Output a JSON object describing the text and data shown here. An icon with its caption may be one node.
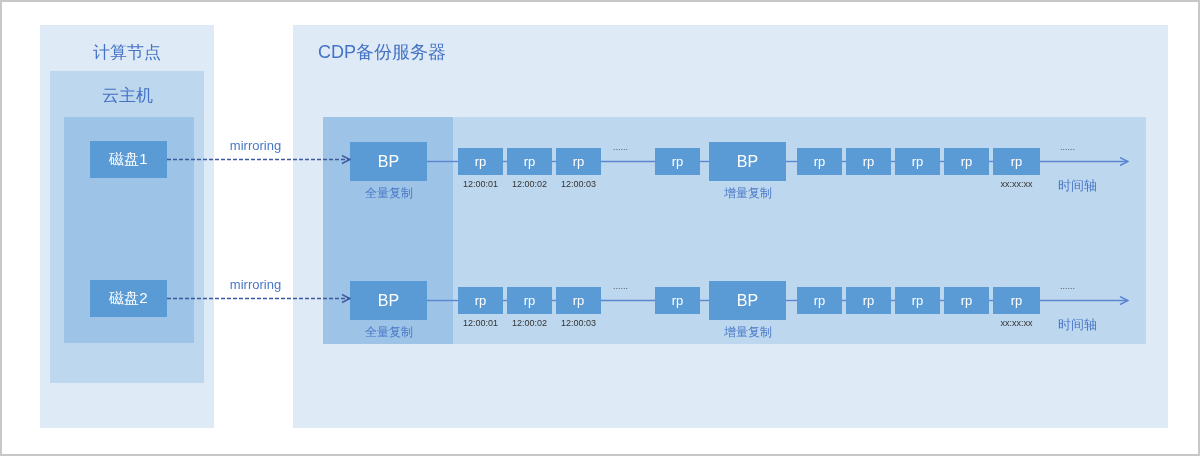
{
  "diagram": {
    "nodes": [
      {
        "text": [
          "计算节点"
        ]
      },
      {
        "text": [
          "云主机"
        ],
        "in": 0
      },
      {
        "text": [],
        "shape": "box",
        "in": 1
      },
      {
        "text": [
          "磁盘1"
        ],
        "in": 2
      },
      {
        "text": [
          "磁盘2"
        ],
        "in": 2
      },
      {
        "text": [
          "CDP备份服务器"
        ]
      },
      {
        "text": [],
        "shape": "box",
        "in": 5
      },
      {
        "text": [],
        "shape": "box",
        "in": 6
      },
      {
        "text": [
          "BP"
        ],
        "in": 7,
        "beside": [
          "全量复制"
        ]
      },
      {
        "text": [
          "rp"
        ],
        "in": 6,
        "beside": [
          "12:00:01"
        ]
      },
      {
        "text": [
          "rp"
        ],
        "in": 6,
        "beside": [
          "12:00:02"
        ]
      },
      {
        "text": [
          "rp"
        ],
        "in": 6,
        "beside": [
          "12:00:03"
        ]
      },
      {
        "text": [
          "rp"
        ],
        "in": 6
      },
      {
        "text": [
          "BP"
        ],
        "in": 6,
        "beside": [
          "增量复制"
        ]
      },
      {
        "text": [
          "rp"
        ],
        "in": 6
      },
      {
        "text": [
          "rp"
        ],
        "in": 6
      },
      {
        "text": [
          "rp"
        ],
        "in": 6
      },
      {
        "text": [
          "rp"
        ],
        "in": 6
      },
      {
        "text": [
          "rp"
        ],
        "in": 6,
        "beside": [
          "xx:xx:xx"
        ]
      },
      {
        "text": [
          "BP"
        ],
        "in": 7,
        "beside": [
          "全量复制"
        ]
      },
      {
        "text": [
          "rp"
        ],
        "in": 6,
        "beside": [
          "12:00:01"
        ]
      },
      {
        "text": [
          "rp"
        ],
        "in": 6,
        "beside": [
          "12:00:02"
        ]
      },
      {
        "text": [
          "rp"
        ],
        "in": 6,
        "beside": [
          "12:00:03"
        ]
      },
      {
        "text": [
          "rp"
        ],
        "in": 6
      },
      {
        "text": [
          "BP"
        ],
        "in": 6,
        "beside": [
          "增量复制"
        ]
      },
      {
        "text": [
          "rp"
        ],
        "in": 6
      },
      {
        "text": [
          "rp"
        ],
        "in": 6
      },
      {
        "text": [
          "rp"
        ],
        "in": 6
      },
      {
        "text": [
          "rp"
        ],
        "in": 6
      },
      {
        "text": [
          "rp"
        ],
        "in": 6,
        "beside": [
          "xx:xx:xx"
        ]
      }
    ],
    "edges": [
      {
        "from": 3,
        "to": 8,
        "arrow": "to",
        "label": "mirroring",
        "style": "dashed",
        "color": "#3d5a9e"
      },
      {
        "from": 8,
        "to": 9,
        "arrow": "none"
      },
      {
        "from": 9,
        "to": 10,
        "arrow": "none"
      },
      {
        "from": 10,
        "to": 11,
        "arrow": "none"
      },
      {
        "from": 11,
        "to": 12,
        "arrow": "none"
      },
      {
        "from": 12,
        "to": 13,
        "arrow": "none"
      },
      {
        "from": 13,
        "to": 14,
        "arrow": "none"
      },
      {
        "from": 14,
        "to": 15,
        "arrow": "none"
      },
      {
        "from": 15,
        "to": 16,
        "arrow": "none"
      },
      {
        "from": 16,
        "to": 17,
        "arrow": "none"
      },
      {
        "from": 17,
        "to": 18,
        "arrow": "none"
      },
      {
        "from": 18,
        "to": null,
        "arrow": "to"
      },
      {
        "from": 4,
        "to": 19,
        "arrow": "to",
        "label": "mirroring",
        "style": "dashed",
        "color": "#3d5a9e"
      },
      {
        "from": 19,
        "to": 20,
        "arrow": "none"
      },
      {
        "from": 20,
        "to": 21,
        "arrow": "none"
      },
      {
        "from": 21,
        "to": 22,
        "arrow": "none"
      },
      {
        "from": 22,
        "to": 23,
        "arrow": "none"
      },
      {
        "from": 23,
        "to": 24,
        "arrow": "none"
      },
      {
        "from": 24,
        "to": 25,
        "arrow": "none"
      },
      {
        "from": 25,
        "to": 26,
        "arrow": "none"
      },
      {
        "from": 26,
        "to": 27,
        "arrow": "none"
      },
      {
        "from": 27,
        "to": 28,
        "arrow": "none"
      },
      {
        "from": 28,
        "to": 29,
        "arrow": "none"
      },
      {
        "from": 29,
        "to": null,
        "arrow": "to"
      }
    ],
    "labels": [
      "......",
      "......",
      "时间轴",
      "......",
      "......",
      "时间轴"
    ]
  }
}
